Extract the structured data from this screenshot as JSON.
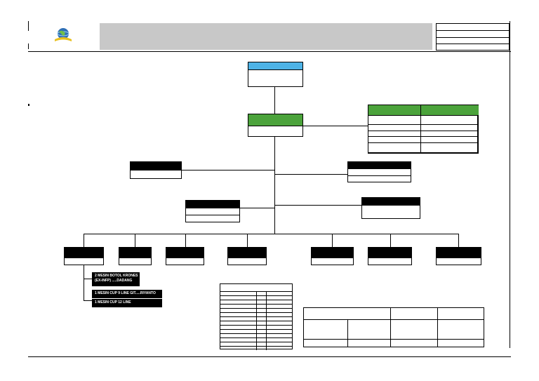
{
  "header": {
    "logo_icon": "globe-logo-icon",
    "title": "",
    "banner_color": "#c8c8c8"
  },
  "org_chart": {
    "top_header_color": "#4eb3e6",
    "second_header_color": "#4ba33b",
    "table_header_color": "#4ba33b"
  },
  "notes": {
    "note1": "2 MESIN BOTOL KRONES\n(EX-INFP) .....DADANG",
    "note2": "1 MESIN CUP 9 LINE GIT.....RIYANTO",
    "note3": "1 MESIN CUP 12 LINE"
  }
}
